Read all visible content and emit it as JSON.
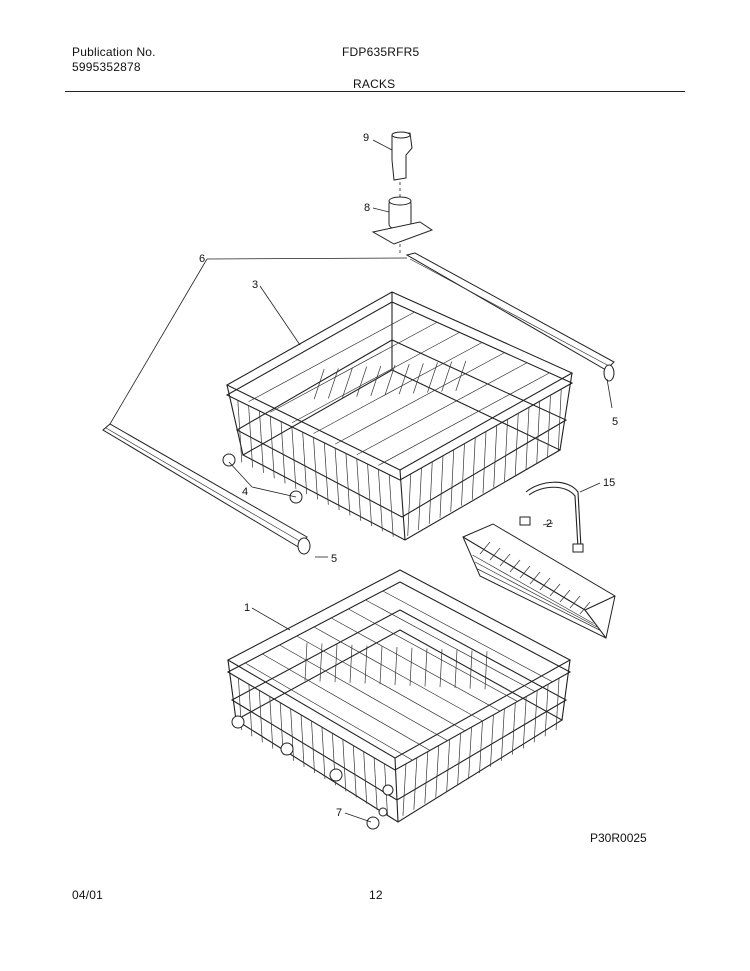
{
  "header": {
    "publication_label": "Publication No.",
    "publication_number": "5995352878",
    "model": "FDP635RFR5",
    "section": "RACKS"
  },
  "diagram": {
    "callouts": {
      "c1": "1",
      "c2": "2",
      "c3": "3",
      "c4": "4",
      "c5a": "5",
      "c5b": "5",
      "c6": "6",
      "c7": "7",
      "c8": "8",
      "c9": "9",
      "c15": "15"
    },
    "figure_code": "P30R0025"
  },
  "footer": {
    "date": "04/01",
    "page": "12"
  }
}
